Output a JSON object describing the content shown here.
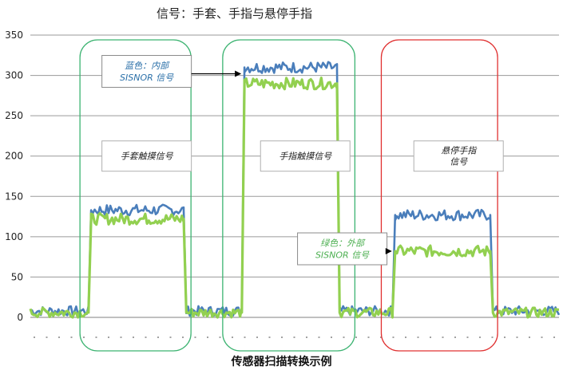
{
  "chart_data": {
    "type": "line",
    "title": "信号：手套、手指与悬停手指",
    "caption": "传感器扫描转换示例",
    "ylim": [
      0,
      350
    ],
    "yticks": [
      0,
      50,
      100,
      150,
      200,
      250,
      300,
      350
    ],
    "grid": true,
    "xrange": [
      0,
      100
    ],
    "series": [
      {
        "color": "#4a7ebb",
        "points": [
          [
            0,
            8
          ],
          [
            11,
            8
          ],
          [
            11.5,
            133
          ],
          [
            29,
            133
          ],
          [
            29.5,
            8
          ],
          [
            40,
            8
          ],
          [
            40.5,
            310
          ],
          [
            58,
            310
          ],
          [
            58.5,
            8
          ],
          [
            68.5,
            8
          ],
          [
            69,
            127
          ],
          [
            87,
            127
          ],
          [
            87.5,
            8
          ],
          [
            100,
            8
          ]
        ]
      },
      {
        "color": "#92d050",
        "points": [
          [
            0,
            6
          ],
          [
            11,
            6
          ],
          [
            11.5,
            122
          ],
          [
            29,
            122
          ],
          [
            29.5,
            6
          ],
          [
            40,
            6
          ],
          [
            40.5,
            290
          ],
          [
            58,
            290
          ],
          [
            58.5,
            6
          ],
          [
            68.5,
            6
          ],
          [
            69,
            82
          ],
          [
            87,
            82
          ],
          [
            87.5,
            6
          ],
          [
            100,
            6
          ]
        ]
      }
    ],
    "regions": [
      {
        "from": 11.5,
        "to": 32.5,
        "color": "#3cb371"
      },
      {
        "from": 38.5,
        "to": 63.5,
        "color": "#3cb371"
      },
      {
        "from": 68.5,
        "to": 90.5,
        "color": "#e03030"
      }
    ],
    "region_labels": [
      {
        "text": "手套触摸信号",
        "x": 22,
        "y": 200
      },
      {
        "text": "手指触摸信号",
        "x": 52,
        "y": 200
      },
      {
        "text": "悬停手指\n信号",
        "x": 81,
        "y": 200
      }
    ],
    "callouts": [
      {
        "text": "蓝色：内部\nSISNOR 信号",
        "series_color": "#4a7ebb",
        "x": 22,
        "y": 305,
        "arrow_to_x": 40.5
      },
      {
        "text": "绿色：外部\nSISNOR 信号",
        "series_color": "#92d050",
        "x": 59,
        "y": 85,
        "arrow_to_x": 69
      }
    ]
  }
}
